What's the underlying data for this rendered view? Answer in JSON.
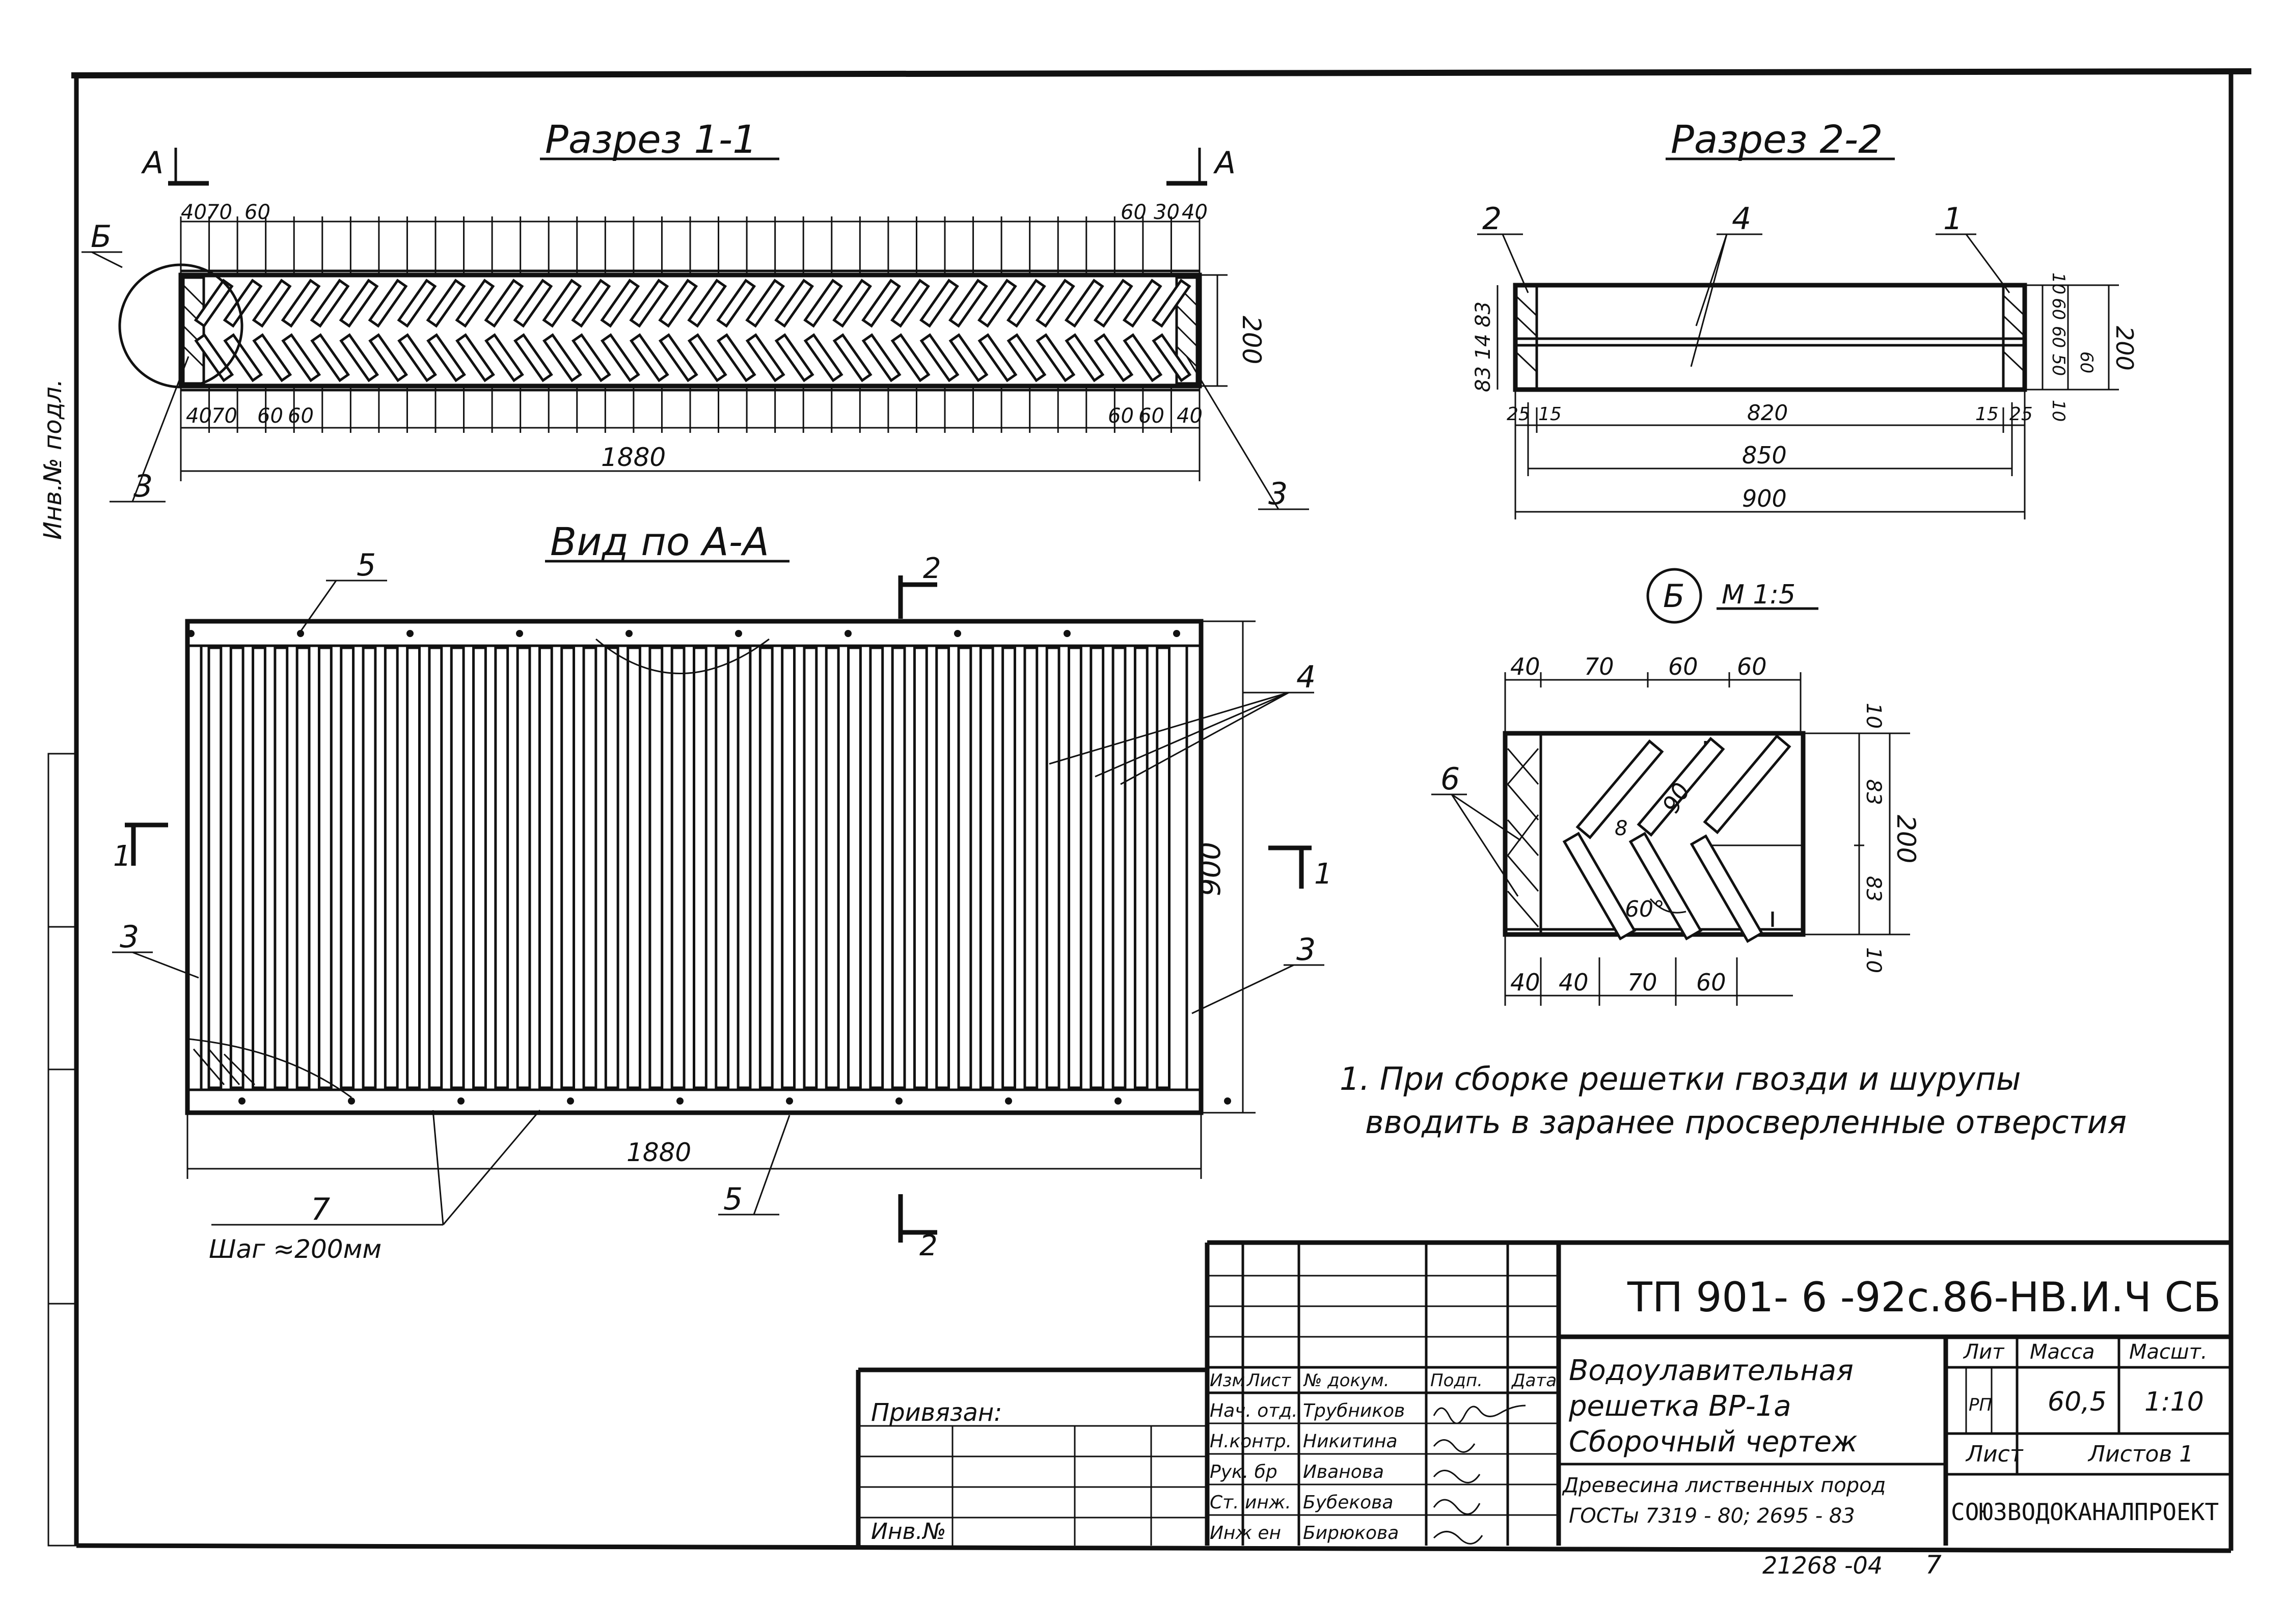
{
  "drawing": {
    "section_1": {
      "title": "Разрез 1-1",
      "cut_mark": "А",
      "callout_detail": "Б",
      "callout_left": "3",
      "callout_right": "3",
      "dims_top": [
        "40",
        "70",
        "60",
        "60",
        "30",
        "40"
      ],
      "dims_bottom": [
        "40",
        "70",
        "60",
        "60",
        "60",
        "60",
        "40"
      ],
      "height": "200",
      "length": "1880"
    },
    "section_2": {
      "title": "Разрез 2-2",
      "callout_2": "2",
      "callout_4": "4",
      "callout_1": "1",
      "left_vert_dims": "83 14 83",
      "right_vert_dims": [
        "10",
        "60",
        "60",
        "50",
        "60",
        "10"
      ],
      "height": "200",
      "bottom_dims": [
        "25",
        "15",
        "820",
        "15",
        "25"
      ],
      "dim_850": "850",
      "dim_900": "900"
    },
    "detail_b": {
      "label": "Б",
      "scale": "М 1:5",
      "top_dims": [
        "40",
        "70",
        "60",
        "60"
      ],
      "bottom_dims": [
        "40",
        "40",
        "70",
        "60"
      ],
      "right_dims": [
        "10",
        "83",
        "83",
        "10"
      ],
      "height": "200",
      "angle_dim": "60°",
      "d_90": "90",
      "d_8": "8",
      "callout_6": "6"
    },
    "view_a": {
      "title": "Вид по А-А",
      "callout_5_top": "5",
      "callout_5_bottom": "5",
      "callout_4": "4",
      "callout_3_left": "3",
      "callout_3_right": "3",
      "callout_7": "7",
      "pitch_note": "Шаг ≈200мм",
      "cut_1_left": "1",
      "cut_1_right": "1",
      "cut_2_top": "2",
      "cut_2_bottom": "2",
      "width": "1880",
      "height": "900"
    },
    "note": {
      "line1": "1. При сборке решетки гвозди и шурупы",
      "line2": "вводить в заранее просверленные отверстия"
    },
    "margin_label": "Инв.№ подл."
  },
  "title_block": {
    "code": "ТП 901- 6 -92с.86-НВ.И.Ч СБ",
    "header": {
      "izm": "Изм",
      "list": "Лист",
      "doc": "№ докум.",
      "sign": "Подп.",
      "date": "Дата"
    },
    "roles": [
      {
        "role": "Нач. отд.",
        "name": "Трубников"
      },
      {
        "role": "Н.контр.",
        "name": "Никитина"
      },
      {
        "role": "Рук. бр",
        "name": "Иванова"
      },
      {
        "role": "Ст. инж.",
        "name": "Бубекова"
      },
      {
        "role": "Инж ен",
        "name": "Бирюкова"
      }
    ],
    "name_line1": "Водоулавительная",
    "name_line2": "решетка ВР-1а",
    "name_line3": "Сборочный чертеж",
    "material_line1": "Древесина лиственных пород",
    "material_line2": "ГОСТы 7319 - 80; 2695 - 83",
    "lit_label": "Лит",
    "mass_label": "Масса",
    "scale_label": "Масшт.",
    "lit_value": "РП",
    "mass_value": "60,5",
    "scale_value": "1:10",
    "sheet_label": "Лист",
    "sheets_label": "Листов 1",
    "org": "СОЮЗВОДОКАНАЛПРОЕКТ",
    "privyazan": "Привязан:",
    "inv": "Инв.№",
    "footer_num": "21268 -04",
    "footer_page": "7"
  }
}
